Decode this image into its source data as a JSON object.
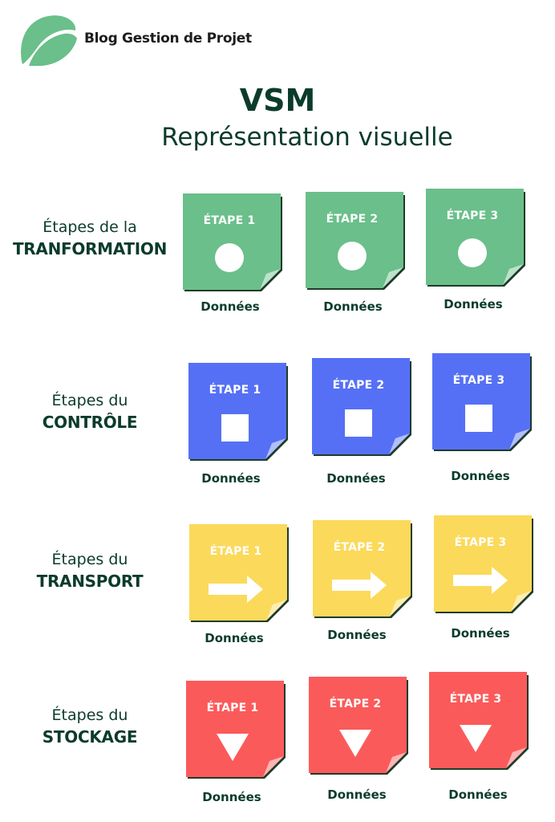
{
  "header": {
    "logo_text": "Blog Gestion de Projet"
  },
  "title": "VSM",
  "subtitle": "Représentation visuelle",
  "colors": {
    "green": "#6abf8a",
    "blue": "#5570f5",
    "yellow": "#fbd95a",
    "red": "#fb5a5a",
    "text": "#0b3b2c"
  },
  "rows": [
    {
      "line1": "Étapes de la",
      "line2": "TRANFORMATION",
      "symbol": "circle-icon",
      "color": "green"
    },
    {
      "line1": "Étapes du",
      "line2": "CONTRÔLE",
      "symbol": "square-icon",
      "color": "blue"
    },
    {
      "line1": "Étapes du",
      "line2": "TRANSPORT",
      "symbol": "arrow-right-icon",
      "color": "yellow"
    },
    {
      "line1": "Étapes du",
      "line2": "STOCKAGE",
      "symbol": "triangle-down-icon",
      "color": "red"
    }
  ],
  "cards": [
    [
      "ÉTAPE 1",
      "ÉTAPE 2",
      "ÉTAPE 3"
    ],
    [
      "ÉTAPE 1",
      "ÉTAPE 2",
      "ÉTAPE 3"
    ],
    [
      "ÉTAPE 1",
      "ÉTAPE 2",
      "ÉTAPE 3"
    ],
    [
      "ÉTAPE 1",
      "ÉTAPE 2",
      "ÉTAPE 3"
    ]
  ],
  "data_label": "Données"
}
